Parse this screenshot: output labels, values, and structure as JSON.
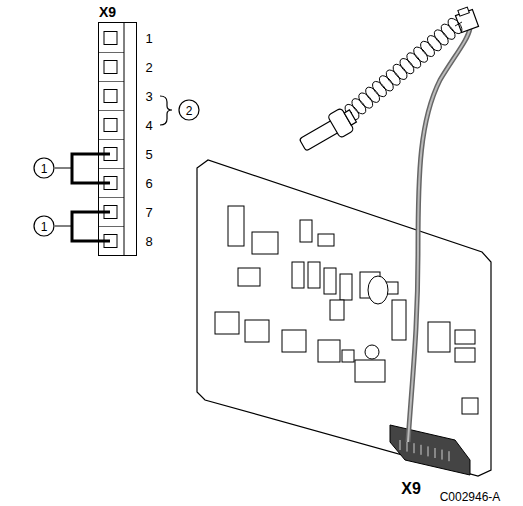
{
  "diagram": {
    "nodes": [
      {
        "text": [
          "X9"
        ]
      }
    ],
    "labels": [
      "1",
      "2",
      "3",
      "4",
      "5",
      "6",
      "7",
      "8",
      "2",
      "1",
      "1",
      "X9",
      "C002946-A"
    ]
  }
}
